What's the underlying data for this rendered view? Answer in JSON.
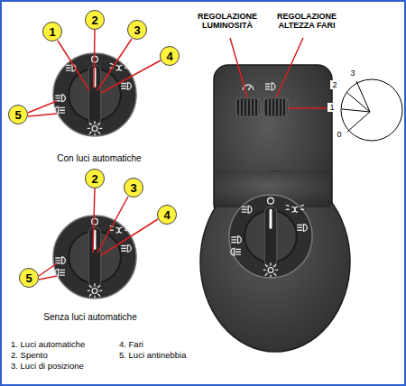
{
  "diagram": {
    "nodes": [
      {
        "text": [
          "1"
        ]
      },
      {
        "text": [
          "2"
        ]
      },
      {
        "text": [
          "3"
        ]
      },
      {
        "text": [
          "4"
        ]
      },
      {
        "text": [
          "5"
        ]
      },
      {
        "text": [
          "2"
        ]
      },
      {
        "text": [
          "3"
        ]
      },
      {
        "text": [
          "4"
        ]
      },
      {
        "text": [
          "5"
        ]
      }
    ],
    "labels": [
      "REGOLAZIONE LUMINOSITÀ",
      "REGOLAZIONE ALTEZZA FARI",
      "3",
      "2",
      "1",
      "0",
      "Con luci automatiche",
      "Senza luci automatiche",
      "1. Luci automatiche",
      "2. Spento",
      "3. Luci di posizione",
      "4. Fari",
      "5. Luci antinebbia"
    ]
  }
}
